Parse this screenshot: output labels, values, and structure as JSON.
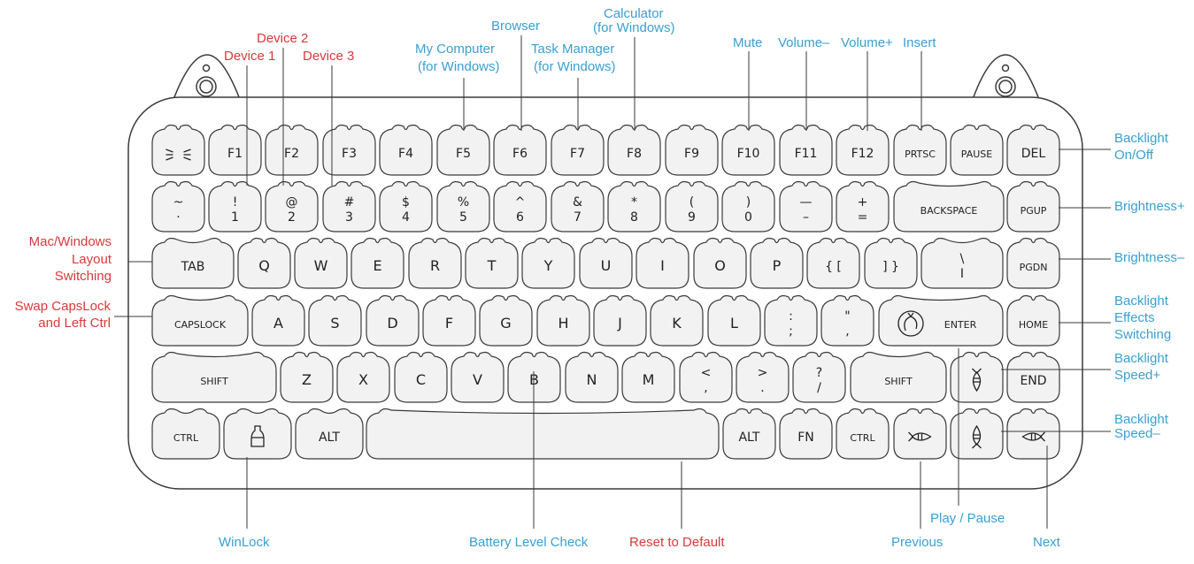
{
  "colors": {
    "function_label": "#3a9fd2",
    "device_label": "#d9393b",
    "key_fill": "#f2f2f2",
    "outline": "#3a3a3a"
  },
  "rows": [
    [
      {
        "t": "ESC-icon",
        "icon": "cat-whiskers-icon"
      },
      {
        "t": "F1"
      },
      {
        "t": "F2"
      },
      {
        "t": "F3"
      },
      {
        "t": "F4"
      },
      {
        "t": "F5"
      },
      {
        "t": "F6"
      },
      {
        "t": "F7"
      },
      {
        "t": "F8"
      },
      {
        "t": "F9"
      },
      {
        "t": "F10"
      },
      {
        "t": "F11"
      },
      {
        "t": "F12"
      },
      {
        "t": "PRTSC"
      },
      {
        "t": "PAUSE"
      },
      {
        "t": "DEL"
      }
    ],
    [
      {
        "t": "~",
        "b": "·"
      },
      {
        "t": "!",
        "b": "1"
      },
      {
        "t": "@",
        "b": "2"
      },
      {
        "t": "#",
        "b": "3"
      },
      {
        "t": "$",
        "b": "4"
      },
      {
        "t": "%",
        "b": "5"
      },
      {
        "t": "^",
        "b": "6"
      },
      {
        "t": "&",
        "b": "7"
      },
      {
        "t": "*",
        "b": "8"
      },
      {
        "t": "(",
        "b": "9"
      },
      {
        "t": ")",
        "b": "0"
      },
      {
        "t": "—",
        "b": "–"
      },
      {
        "t": "+",
        "b": "="
      },
      {
        "t": "BACKSPACE"
      },
      {
        "t": "PGUP"
      }
    ],
    [
      {
        "t": "TAB"
      },
      {
        "t": "Q"
      },
      {
        "t": "W"
      },
      {
        "t": "E"
      },
      {
        "t": "R"
      },
      {
        "t": "T"
      },
      {
        "t": "Y"
      },
      {
        "t": "U"
      },
      {
        "t": "I"
      },
      {
        "t": "O"
      },
      {
        "t": "P"
      },
      {
        "t": "{ ["
      },
      {
        "t": "] }"
      },
      {
        "t": "\\",
        "b": "I"
      },
      {
        "t": "PGDN"
      }
    ],
    [
      {
        "t": "CAPSLOCK"
      },
      {
        "t": "A"
      },
      {
        "t": "S"
      },
      {
        "t": "D"
      },
      {
        "t": "F"
      },
      {
        "t": "G"
      },
      {
        "t": "H"
      },
      {
        "t": "J"
      },
      {
        "t": "K"
      },
      {
        "t": "L"
      },
      {
        "t": ":",
        "b": ";"
      },
      {
        "t": "\"",
        "b": ","
      },
      {
        "t": "ENTER",
        "icon": "cat-curled-icon"
      },
      {
        "t": "HOME"
      }
    ],
    [
      {
        "t": "SHIFT"
      },
      {
        "t": "Z"
      },
      {
        "t": "X"
      },
      {
        "t": "C"
      },
      {
        "t": "V"
      },
      {
        "t": "B"
      },
      {
        "t": "N"
      },
      {
        "t": "M"
      },
      {
        "t": "<",
        "b": ","
      },
      {
        "t": ">",
        "b": "."
      },
      {
        "t": "?",
        "b": "/"
      },
      {
        "t": "SHIFT"
      },
      {
        "t": "",
        "icon": "fish-up-icon"
      },
      {
        "t": "END"
      }
    ],
    [
      {
        "t": "CTRL"
      },
      {
        "t": "",
        "icon": "milk-bottle-icon"
      },
      {
        "t": "ALT"
      },
      {
        "t": ""
      },
      {
        "t": "ALT"
      },
      {
        "t": "FN"
      },
      {
        "t": "CTRL"
      },
      {
        "t": "",
        "icon": "fish-left-icon"
      },
      {
        "t": "",
        "icon": "fish-down-icon"
      },
      {
        "t": "",
        "icon": "fish-right-icon"
      }
    ]
  ],
  "labels": {
    "device1": "Device 1",
    "device2": "Device 2",
    "device3": "Device 3",
    "my_computer": "My Computer",
    "for_windows": "(for Windows)",
    "browser": "Browser",
    "task_manager": "Task Manager",
    "calculator": "Calculator",
    "mute": "Mute",
    "volume_down": "Volume–",
    "volume_up": "Volume+",
    "insert": "Insert",
    "backlight": "Backlight",
    "on_off": "On/Off",
    "brightness_up": "Brightness+",
    "brightness_down": "Brightness–",
    "effects": "Effects",
    "switching": "Switching",
    "speed_up": "Speed+",
    "speed_down": "Speed–",
    "mac_windows": "Mac/Windows",
    "layout": "Layout",
    "swap_capslock": "Swap CapsLock",
    "and_left_ctrl": "and Left Ctrl",
    "winlock": "WinLock",
    "battery": "Battery Level Check",
    "reset": "Reset to Default",
    "previous": "Previous",
    "next": "Next",
    "play_pause": "Play / Pause"
  }
}
